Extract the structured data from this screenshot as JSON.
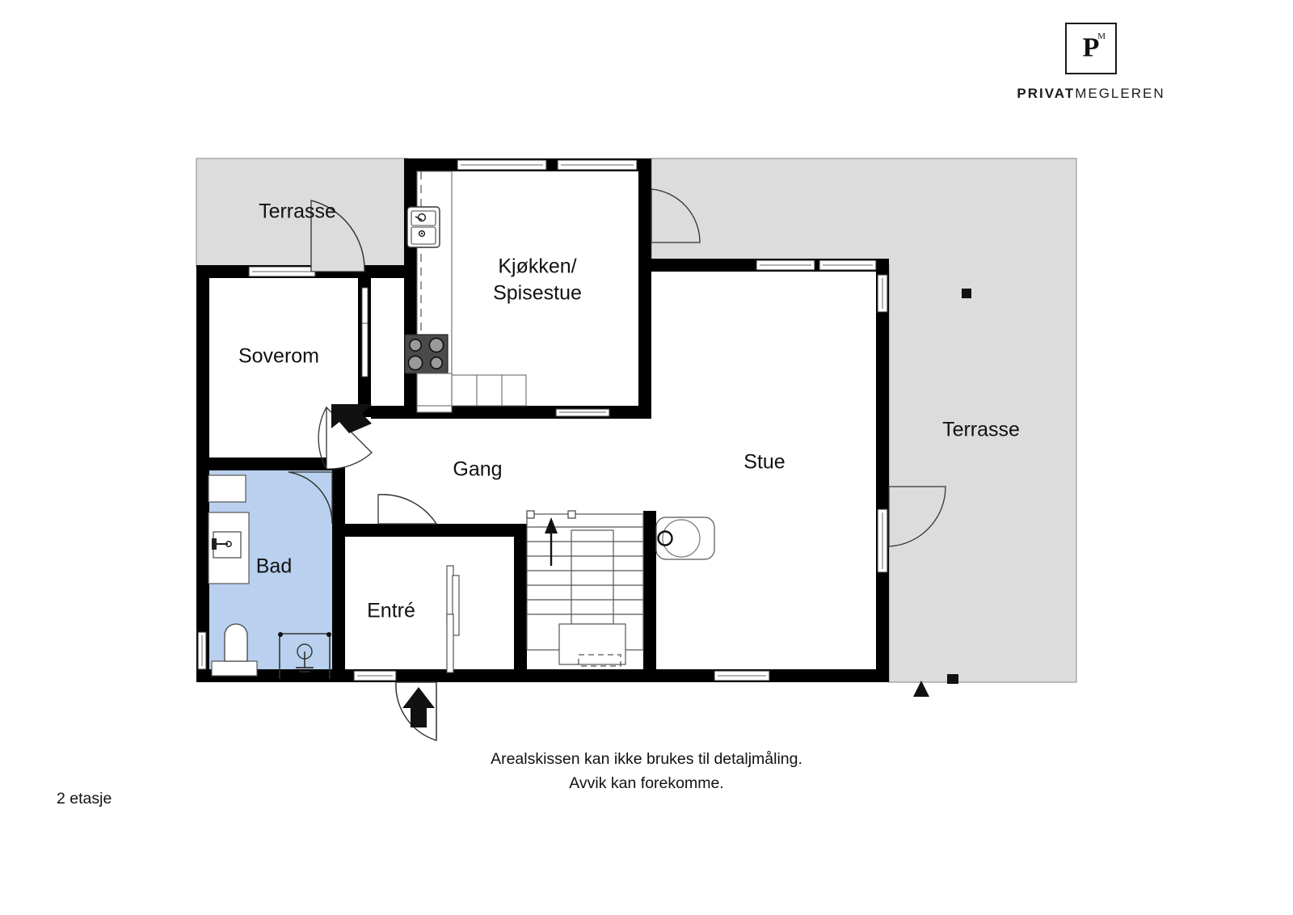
{
  "brand": {
    "logo_letter": "P",
    "logo_superscript": "M",
    "wordmark_bold": "PRIVAT",
    "wordmark_light": "MEGLEREN"
  },
  "floor_plan": {
    "title": "2 etasje",
    "rooms": [
      {
        "key": "terrasse_top",
        "label": "Terrasse",
        "type": "terrace"
      },
      {
        "key": "soverom",
        "label": "Soverom",
        "type": "bedroom"
      },
      {
        "key": "kjokken",
        "label": "Kjøkken/",
        "type": "kitchen"
      },
      {
        "key": "spisestue",
        "label": "Spisestue",
        "type": "kitchen"
      },
      {
        "key": "bad",
        "label": "Bad",
        "type": "bathroom"
      },
      {
        "key": "gang",
        "label": "Gang",
        "type": "hallway"
      },
      {
        "key": "entre",
        "label": "Entré",
        "type": "entrance"
      },
      {
        "key": "stue",
        "label": "Stue",
        "type": "living"
      },
      {
        "key": "terrasse_right",
        "label": "Terrasse",
        "type": "terrace"
      }
    ],
    "colors": {
      "wall": "#000000",
      "terrace_fill": "#dcdcdc",
      "bathroom_fill": "#b9d1ee",
      "room_fill": "#ffffff",
      "fixture_stroke": "#555555",
      "stove_fill": "#4a4a4a",
      "text": "#111111"
    },
    "fixtures": [
      {
        "name": "kitchen-sink",
        "room": "kjokken"
      },
      {
        "name": "kitchen-stove",
        "room": "kjokken"
      },
      {
        "name": "kitchen-counter",
        "room": "kjokken"
      },
      {
        "name": "bath-sink",
        "room": "bad"
      },
      {
        "name": "toilet",
        "room": "bad"
      },
      {
        "name": "shower",
        "room": "bad"
      },
      {
        "name": "cabinet",
        "room": "bad"
      },
      {
        "name": "staircase",
        "room": "gang"
      },
      {
        "name": "wood-stove",
        "room": "stue"
      },
      {
        "name": "wardrobe",
        "room": "entre"
      },
      {
        "name": "terrace-post",
        "room": "terrasse_right"
      }
    ]
  },
  "notes": {
    "line1": "Arealskissen kan ikke brukes til detaljmåling.",
    "line2": "Avvik kan forekomme."
  }
}
